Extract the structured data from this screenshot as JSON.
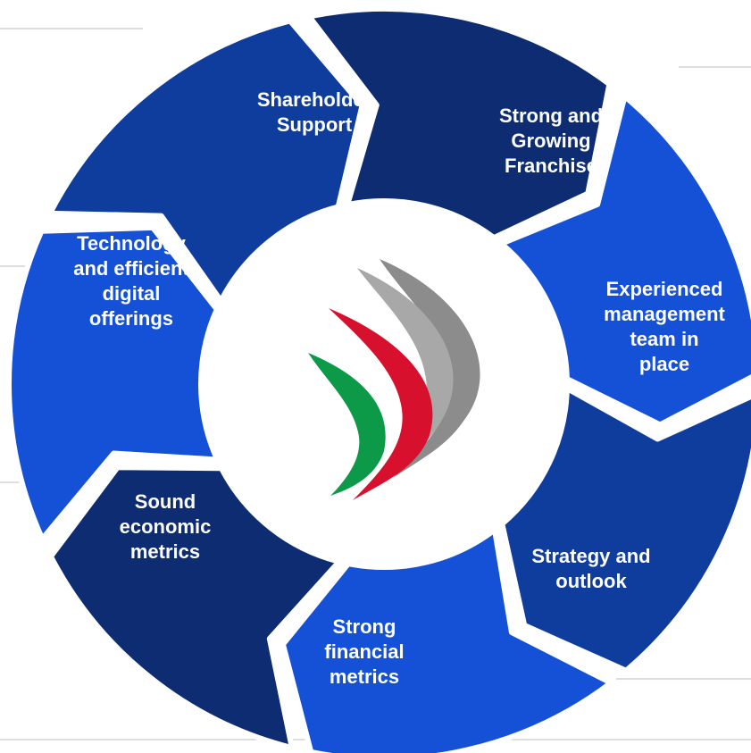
{
  "colors": {
    "bright_blue": "#1551D7",
    "mid_blue": "#0F3D9E",
    "navy": "#0D2C72",
    "rule_gray": "#D3D3D3",
    "logo_gray": "#8C8C8C",
    "logo_red": "#D7102E",
    "logo_green": "#0C9A49",
    "center": "#ffffff"
  },
  "cycle": {
    "segments": [
      {
        "id": "shareholder-support",
        "label": "Shareholder\nSupport",
        "color": "navy"
      },
      {
        "id": "strong-growing-franchise",
        "label": "Strong and\nGrowing\nFranchise",
        "color": "bright_blue"
      },
      {
        "id": "experienced-management",
        "label": "Experienced\nmanagement\nteam in place",
        "color": "mid_blue"
      },
      {
        "id": "strategy-outlook",
        "label": "Strategy and\noutlook",
        "color": "bright_blue"
      },
      {
        "id": "strong-financial-metrics",
        "label": "Strong\nfinancial\nmetrics",
        "color": "navy"
      },
      {
        "id": "sound-economic-metrics",
        "label": "Sound\neconomic\nmetrics",
        "color": "bright_blue"
      },
      {
        "id": "technology-digital",
        "label": "Technology\nand efficient\ndigital\nofferings",
        "color": "mid_blue"
      }
    ]
  },
  "center_logo": {
    "icon": "brand-swoosh-logo"
  }
}
